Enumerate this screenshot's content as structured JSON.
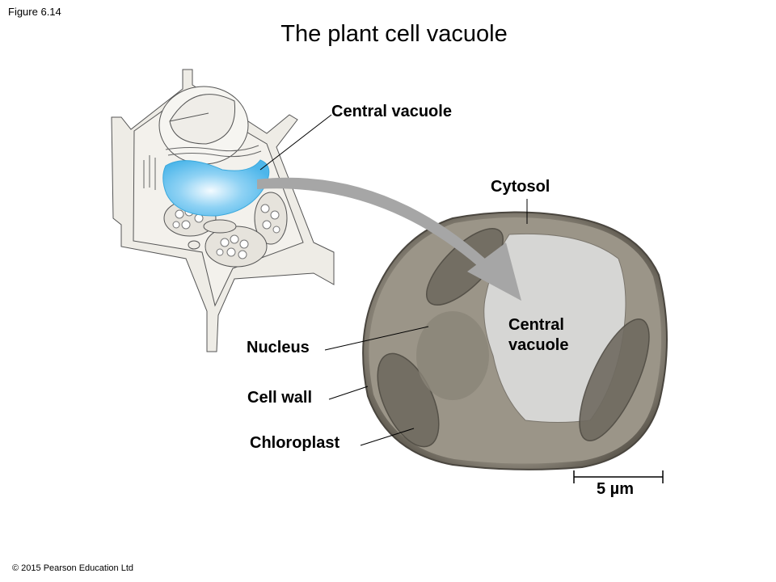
{
  "figure_label": "Figure 6.14",
  "title": "The plant cell vacuole",
  "labels": {
    "central_vacuole_drawing": "Central vacuole",
    "cytosol": "Cytosol",
    "central_vacuole_micrograph_line1": "Central",
    "central_vacuole_micrograph_line2": "vacuole",
    "nucleus": "Nucleus",
    "cell_wall": "Cell wall",
    "chloroplast": "Chloroplast",
    "scale_bar": "5 µm"
  },
  "copyright": "© 2015 Pearson Education Ltd",
  "colors": {
    "vacuole": "#5fc0ee",
    "arrow": "#a6a6a6",
    "cell_wall_fill": "#eeece6",
    "micrograph_dark": "#6f6a60",
    "micrograph_light": "#d6d6d4"
  }
}
